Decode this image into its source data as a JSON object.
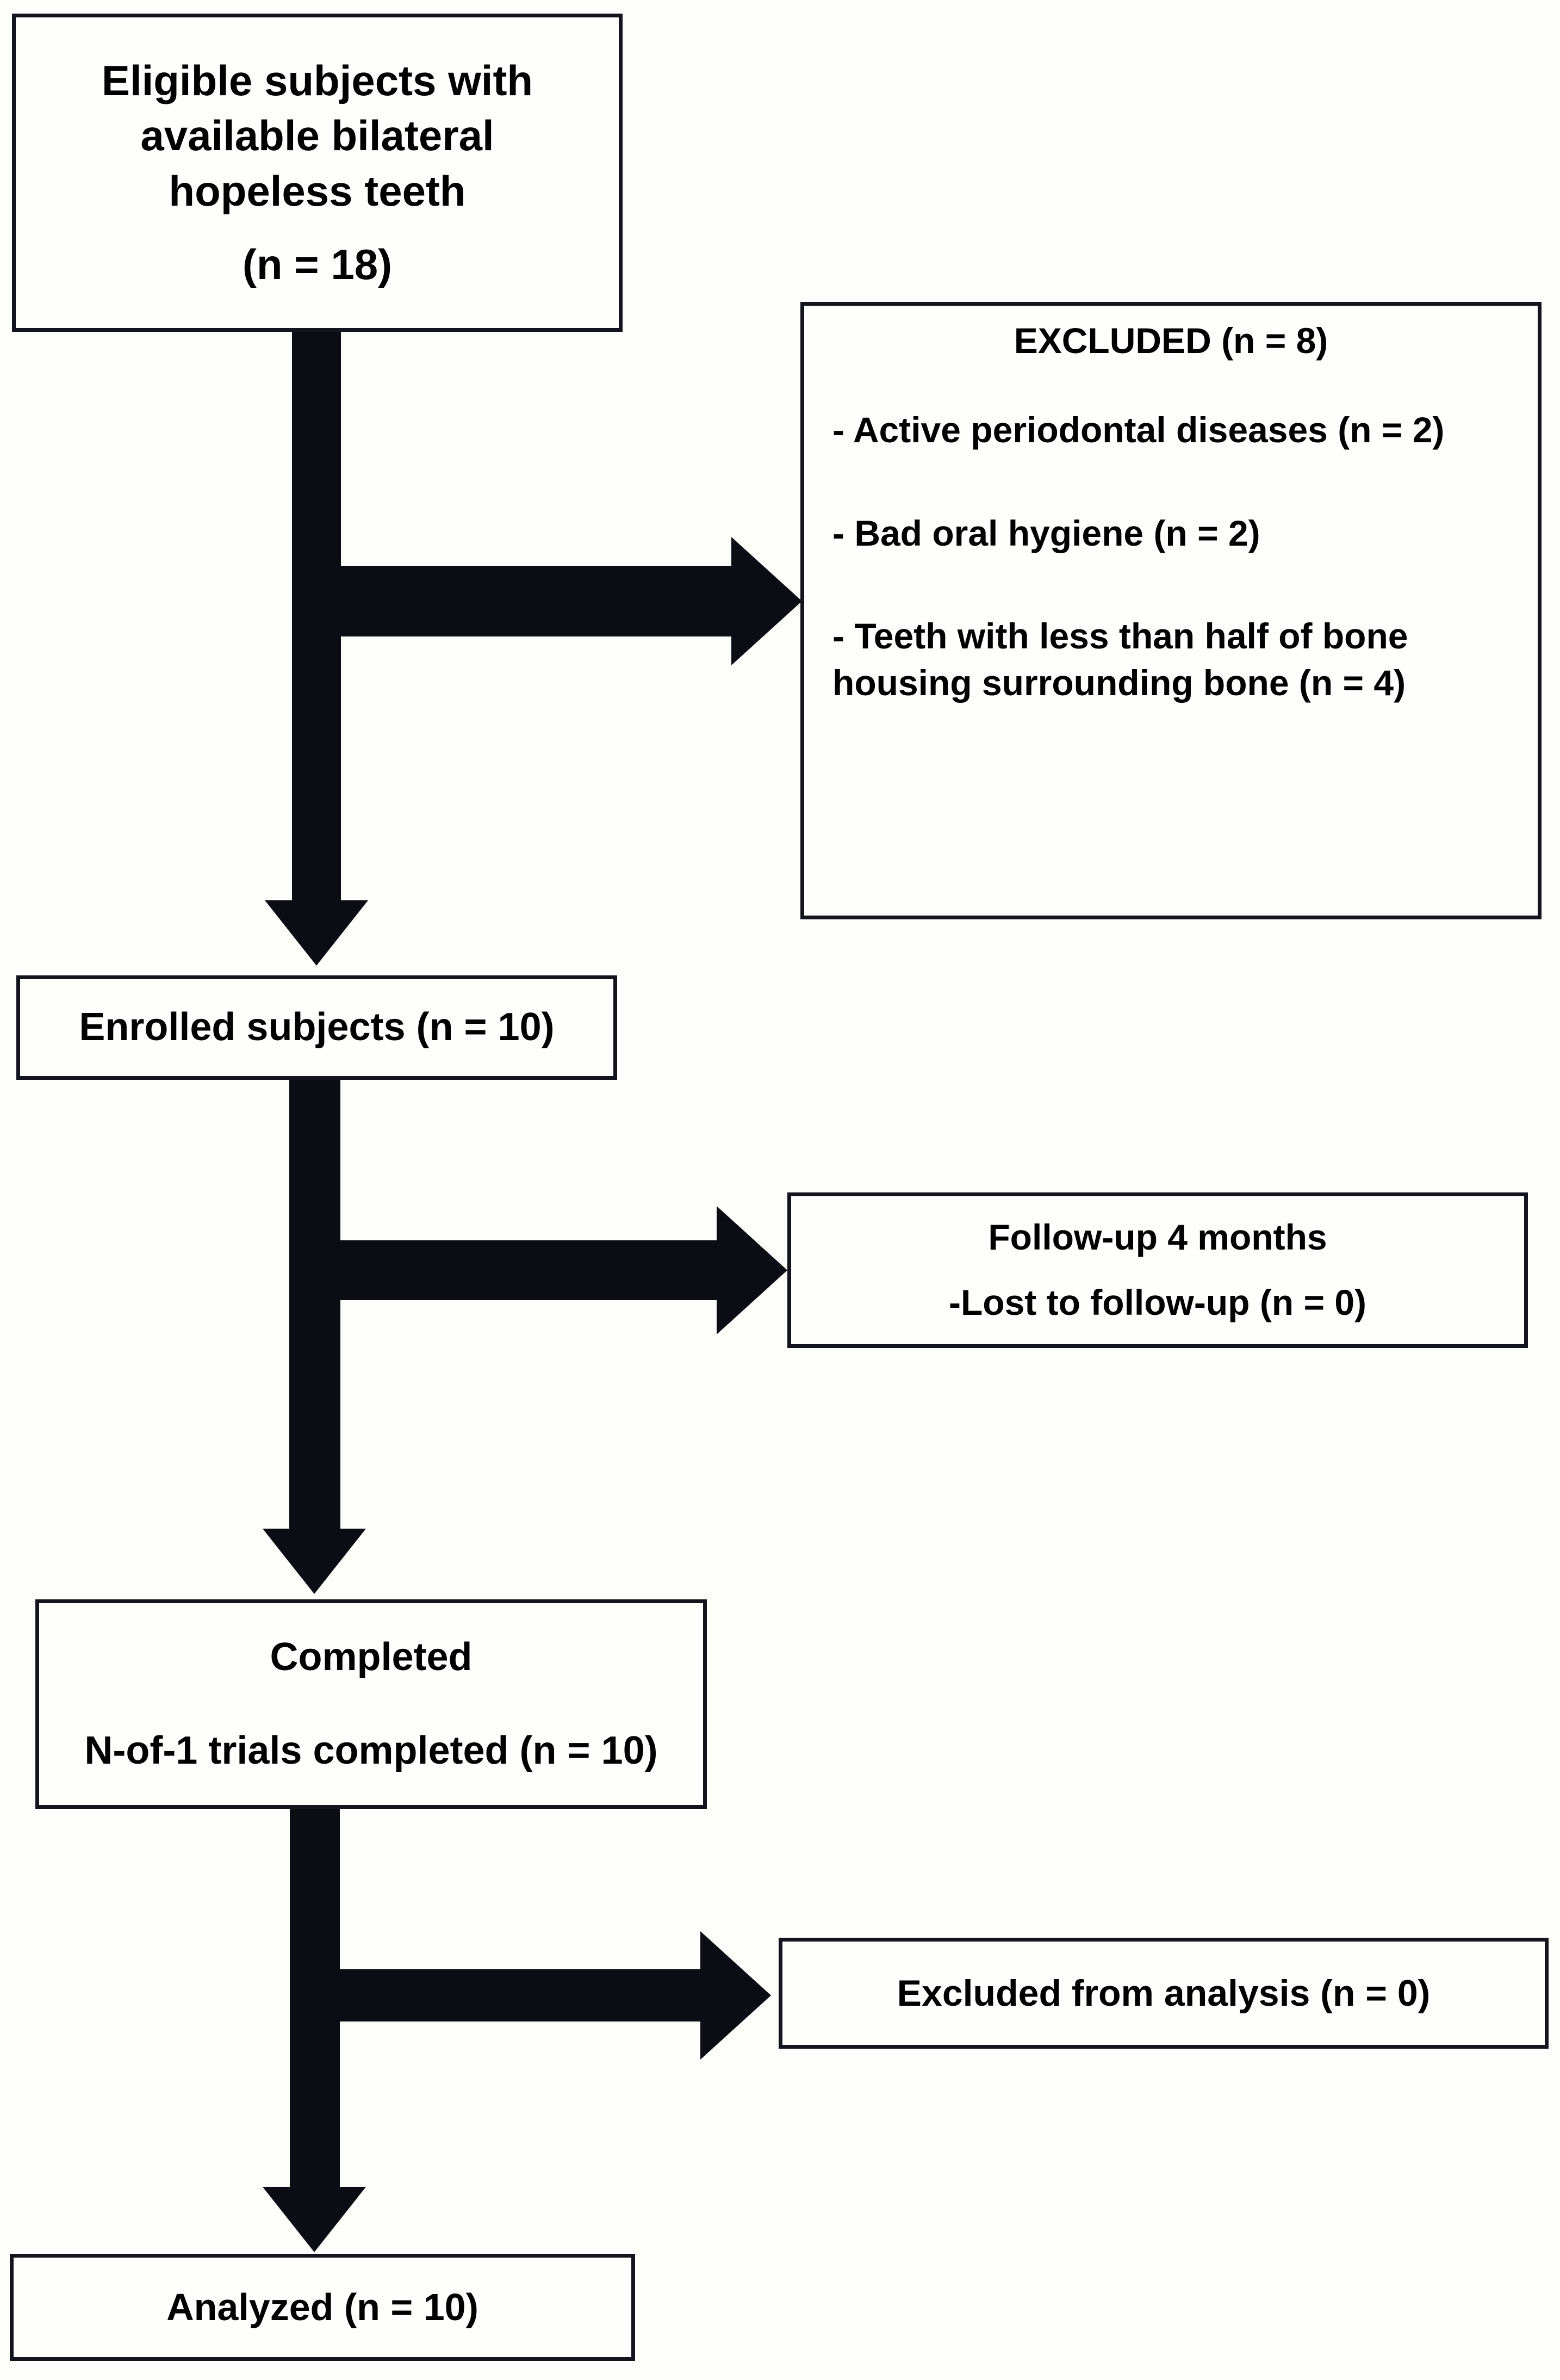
{
  "diagram": {
    "title": "CONSORT participant flow diagram",
    "colors": {
      "stroke": "#14141e",
      "arrow": "#0c0c14",
      "background": "#fdfdfb",
      "text": "#000000"
    },
    "boxes": {
      "eligible": {
        "name": "eligible-subjects-box",
        "lines": [
          "Eligible subjects with",
          "available bilateral",
          "hopeless teeth",
          "(n = 18)"
        ]
      },
      "excluded": {
        "name": "excluded-box",
        "heading": "EXCLUDED (n = 8)",
        "reasons": [
          "- Active periodontal diseases (n = 2)",
          "- Bad oral hygiene (n = 2)",
          "- Teeth with less than half of bone",
          "housing surrounding bone (n = 4)"
        ]
      },
      "enrolled": {
        "name": "enrolled-subjects-box",
        "lines": [
          "Enrolled subjects (n = 10)"
        ]
      },
      "followup": {
        "name": "follow-up-box",
        "lines": [
          "Follow-up 4 months",
          "-Lost to follow-up (n = 0)"
        ]
      },
      "completed": {
        "name": "completed-box",
        "lines": [
          "Completed",
          "N-of-1 trials completed (n = 10)"
        ]
      },
      "excluded_analysis": {
        "name": "excluded-from-analysis-box",
        "lines": [
          "Excluded from analysis (n = 0)"
        ]
      },
      "analyzed": {
        "name": "analyzed-box",
        "lines": [
          "Analyzed (n = 10)"
        ]
      }
    },
    "arrows": [
      {
        "name": "arrow-eligible-to-enrolled",
        "type": "down"
      },
      {
        "name": "arrow-eligible-to-excluded",
        "type": "right"
      },
      {
        "name": "arrow-enrolled-to-completed",
        "type": "down"
      },
      {
        "name": "arrow-enrolled-to-followup",
        "type": "right"
      },
      {
        "name": "arrow-completed-to-analyzed",
        "type": "down"
      },
      {
        "name": "arrow-completed-to-excluded-analysis",
        "type": "right"
      }
    ]
  }
}
